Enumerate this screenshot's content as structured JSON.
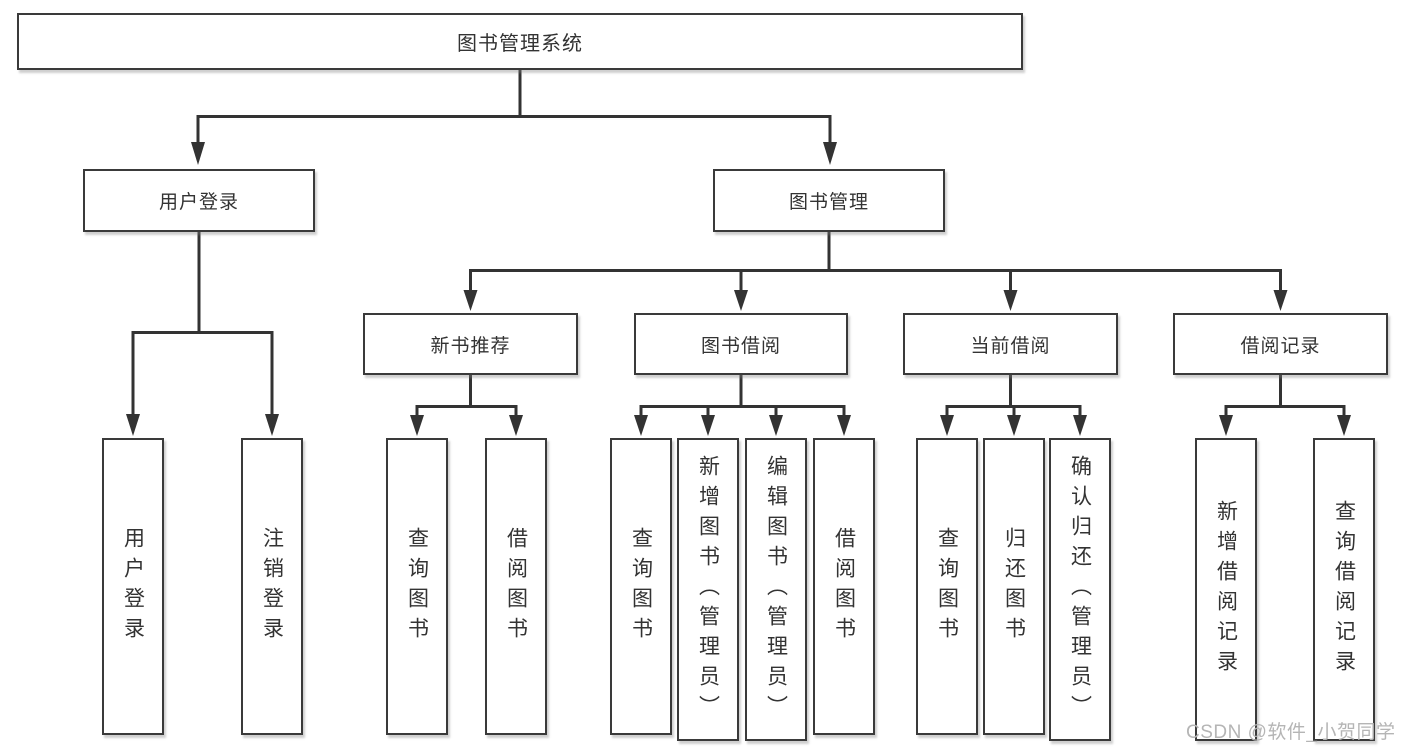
{
  "colors": {
    "line": "#333333",
    "box_border": "#3a3a3a",
    "box_fill": "#ffffff",
    "text": "#333333",
    "watermark_text_color": "#b5b5b5"
  },
  "diagram": {
    "title": "图书管理系统",
    "level2": [
      {
        "label": "用户登录"
      },
      {
        "label": "图书管理"
      }
    ],
    "level3": [
      {
        "label": "新书推荐"
      },
      {
        "label": "图书借阅"
      },
      {
        "label": "当前借阅"
      },
      {
        "label": "借阅记录"
      }
    ],
    "leaves": [
      {
        "label": "用户登录"
      },
      {
        "label": "注销登录"
      },
      {
        "label": "查询图书"
      },
      {
        "label": "借阅图书"
      },
      {
        "label": "查询图书"
      },
      {
        "label": "新增图书（管理员）"
      },
      {
        "label": "编辑图书（管理员）"
      },
      {
        "label": "借阅图书"
      },
      {
        "label": "查询图书"
      },
      {
        "label": "归还图书"
      },
      {
        "label": "确认归还（管理员）"
      },
      {
        "label": "新增借阅记录"
      },
      {
        "label": "查询借阅记录"
      }
    ]
  },
  "watermark": "CSDN @软件_小贺同学"
}
